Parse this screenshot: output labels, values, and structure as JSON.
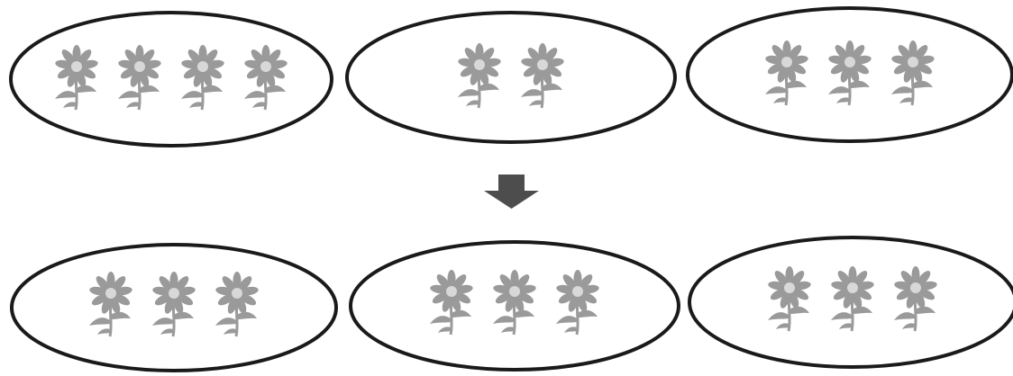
{
  "colors": {
    "outline": "#1a1a1a",
    "flower": "#9a9a9a",
    "flower_center": "#d8d8d8",
    "arrow": "#4d4d4d",
    "background": "#ffffff"
  },
  "diagram": {
    "before_groups": [
      {
        "name": "before-group-1",
        "flower_count": 4
      },
      {
        "name": "before-group-2",
        "flower_count": 2
      },
      {
        "name": "before-group-3",
        "flower_count": 3
      }
    ],
    "arrow_icon": "down-arrow-icon",
    "after_groups": [
      {
        "name": "after-group-1",
        "flower_count": 3
      },
      {
        "name": "after-group-2",
        "flower_count": 3
      },
      {
        "name": "after-group-3",
        "flower_count": 3
      }
    ],
    "flower_icon": "flower-icon"
  }
}
